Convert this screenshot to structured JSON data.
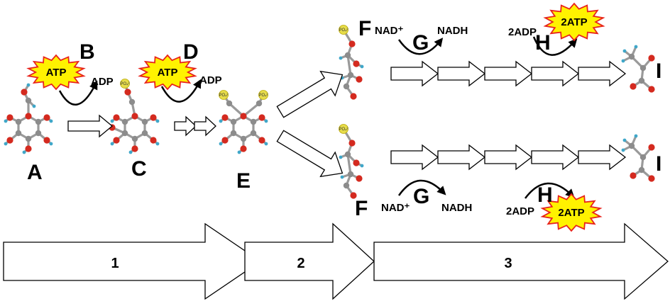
{
  "labels": {
    "A": "A",
    "B": "B",
    "C": "C",
    "D": "D",
    "E": "E",
    "F_top": "F",
    "F_bottom": "F",
    "G_top": "G",
    "G_bottom": "G",
    "H_top": "H",
    "H_bottom": "H",
    "I_top": "I",
    "I_bottom": "I"
  },
  "molecules": {
    "atp_b": "ATP",
    "adp_b": "ADP",
    "atp_d": "ATP",
    "adp_d": "ADP",
    "nad_top": "NAD⁺",
    "nadh_top": "NADH",
    "adp2_top": "2ADP",
    "atp2_top": "2ATP",
    "nad_bottom": "NAD⁺",
    "nadh_bottom": "NADH",
    "adp2_bottom": "2ADP",
    "atp2_bottom": "2ATP",
    "phosphate": "PO₄²"
  },
  "stages": {
    "s1": "1",
    "s2": "2",
    "s3": "3"
  },
  "colors": {
    "burst_fill": "#fff200",
    "burst_stroke": "#e8231c",
    "oxygen": "#d42a1f",
    "carbon": "#8c8c8c",
    "hydrogen": "#3fa7c9",
    "phosphate": "#e6dc4a"
  }
}
